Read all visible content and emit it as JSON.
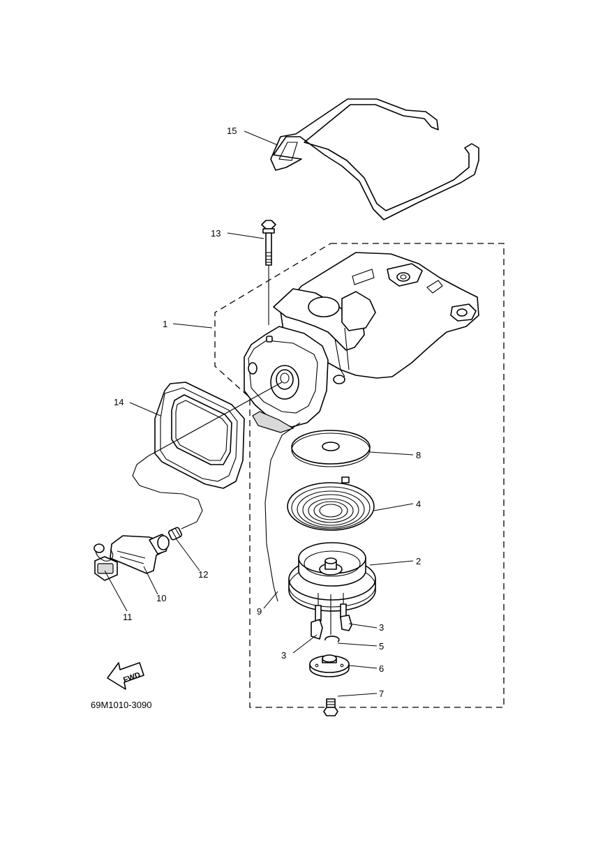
{
  "diagram": {
    "code": "69M1010-3090",
    "fwd_text": "FWD",
    "labels": [
      "15",
      "13",
      "1",
      "14",
      "8",
      "4",
      "2",
      "12",
      "10",
      "11",
      "9",
      "3",
      "3",
      "5",
      "6",
      "7"
    ]
  }
}
